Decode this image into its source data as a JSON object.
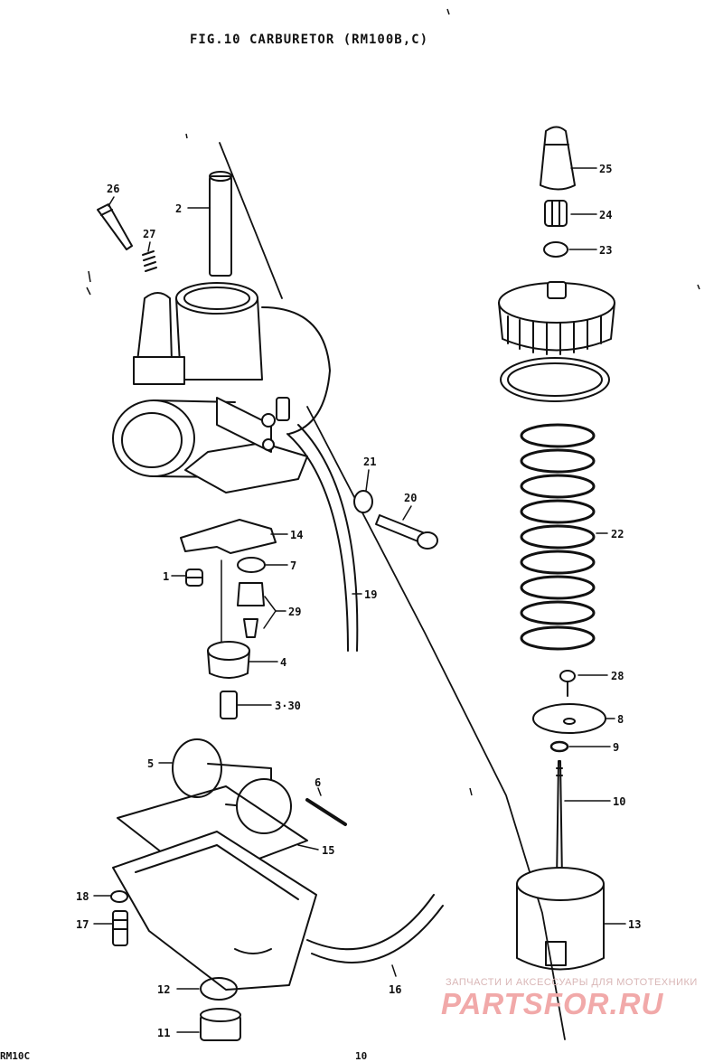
{
  "title": "FIG.10   CARBURETOR (RM100B,C)",
  "watermark": {
    "small": "ЗАПЧАСТИ И АКСЕССУАРЫ ДЛЯ МОТОТЕХНИКИ",
    "big": "PARTSFOR.RU"
  },
  "footer": {
    "left": "RM10C",
    "page": "10"
  },
  "parts": [
    {
      "id": "ref-25",
      "label": "25"
    },
    {
      "id": "ref-24",
      "label": "24"
    },
    {
      "id": "ref-23",
      "label": "23"
    },
    {
      "id": "ref-26",
      "label": "26"
    },
    {
      "id": "ref-2",
      "label": "2"
    },
    {
      "id": "ref-27",
      "label": "27"
    },
    {
      "id": "ref-21",
      "label": "21"
    },
    {
      "id": "ref-20",
      "label": "20"
    },
    {
      "id": "ref-22",
      "label": "22"
    },
    {
      "id": "ref-14",
      "label": "14"
    },
    {
      "id": "ref-7",
      "label": "7"
    },
    {
      "id": "ref-1",
      "label": "1"
    },
    {
      "id": "ref-19",
      "label": "19"
    },
    {
      "id": "ref-29",
      "label": "29"
    },
    {
      "id": "ref-4",
      "label": "4"
    },
    {
      "id": "ref-28",
      "label": "28"
    },
    {
      "id": "ref-3-30",
      "label": "3·30"
    },
    {
      "id": "ref-8",
      "label": "8"
    },
    {
      "id": "ref-9",
      "label": "9"
    },
    {
      "id": "ref-5",
      "label": "5"
    },
    {
      "id": "ref-6",
      "label": "6"
    },
    {
      "id": "ref-10",
      "label": "10"
    },
    {
      "id": "ref-15",
      "label": "15"
    },
    {
      "id": "ref-18",
      "label": "18"
    },
    {
      "id": "ref-17",
      "label": "17"
    },
    {
      "id": "ref-13",
      "label": "13"
    },
    {
      "id": "ref-12",
      "label": "12"
    },
    {
      "id": "ref-16",
      "label": "16"
    },
    {
      "id": "ref-11",
      "label": "11"
    }
  ]
}
